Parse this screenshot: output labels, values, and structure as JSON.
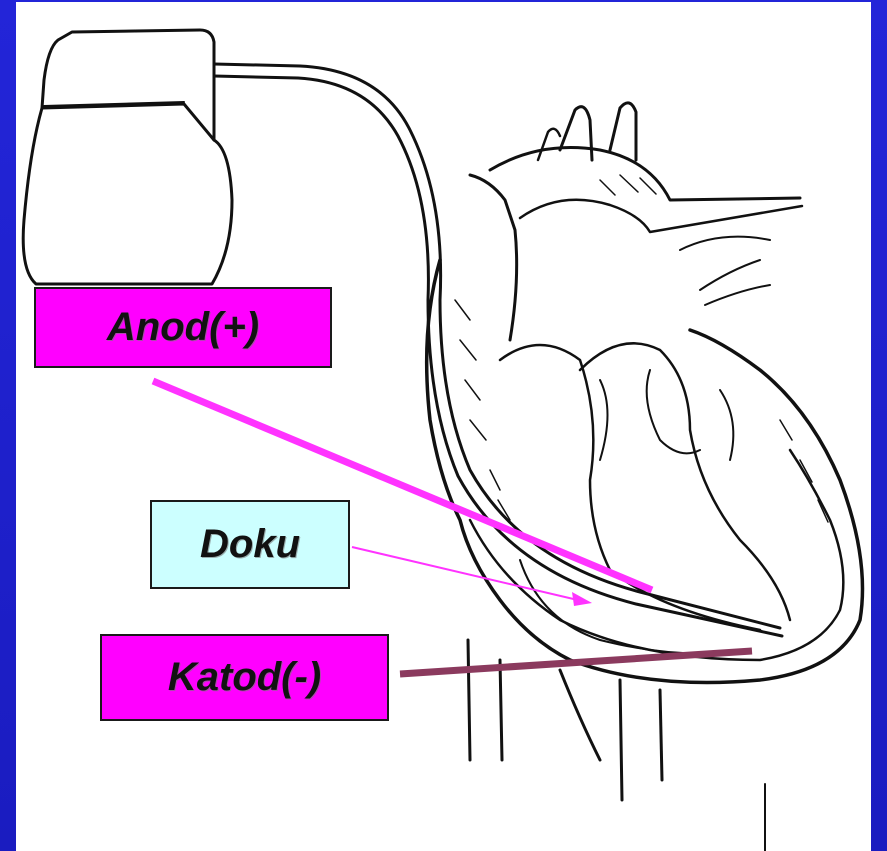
{
  "labels": {
    "anode": "Anod(+)",
    "tissue": "Doku",
    "cathode": "Katod(-)"
  },
  "colors": {
    "background_border": "#1d1fc9",
    "canvas": "#ffffff",
    "anode_box": "#ff00ff",
    "tissue_box": "#ccffff",
    "cathode_box": "#ff00ff",
    "anode_pointer": "#ff33ff",
    "tissue_pointer": "#ff33ff",
    "cathode_pointer": "#8b3a5e",
    "line_art": "#111111"
  },
  "icons": {
    "pacemaker": "pacemaker-generator-icon",
    "heart": "heart-anatomy-icon"
  }
}
